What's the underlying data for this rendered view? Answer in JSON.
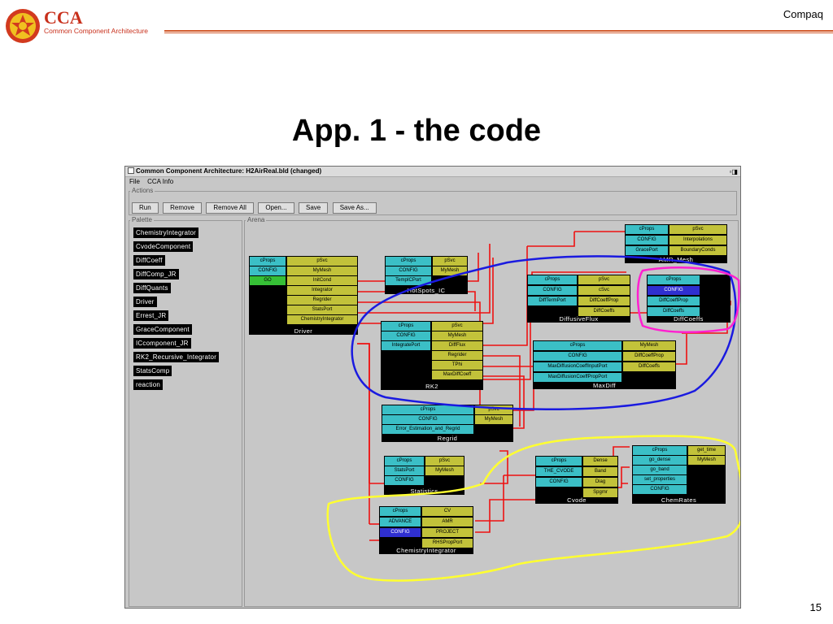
{
  "slide": {
    "logo_name": "CCA",
    "logo_subtitle": "Common Component Architecture",
    "corner_label": "Compaq",
    "title": "App. 1  - the code",
    "page_number": "15"
  },
  "window": {
    "title": "Common Component Architecture: H2AirReal.bld (changed)",
    "menu": [
      "File",
      "CCA Info"
    ],
    "actions_label": "Actions",
    "buttons": [
      "Run",
      "Remove",
      "Remove All",
      "Open...",
      "Save",
      "Save As..."
    ],
    "palette_label": "Palette",
    "arena_label": "Arena",
    "palette": [
      "ChemistryIntegrator",
      "CvodeComponent",
      "DiffCoeff",
      "DiffComp_JR",
      "DiffQuants",
      "Driver",
      "Errest_JR",
      "GraceComponent",
      "ICcomponent_JR",
      "RK2_Recursive_Integrator",
      "StatsComp",
      "reaction"
    ]
  },
  "components": {
    "amr_mesh": {
      "name": "AMR_Mesh",
      "ports": [
        "cProps",
        "pSvc",
        "CONFIG",
        "Interpolations",
        "GracePort",
        "BoundaryConds"
      ]
    },
    "driver": {
      "name": "Driver",
      "ports": [
        "cProps",
        "pSvc",
        "CONFIG",
        "MyMesh",
        "GO",
        "InitCond",
        "Integrator",
        "Regrider",
        "StatsPort",
        "ChemistryIntegrator"
      ]
    },
    "hotspots": {
      "name": "HotSpots_IC",
      "ports": [
        "cProps",
        "pSvc",
        "CONFIG",
        "MyMesh",
        "TempICPort"
      ]
    },
    "diffusiveflux": {
      "name": "DiffusiveFlux",
      "ports": [
        "cProps",
        "pSvc",
        "CONFIG",
        "cSvc",
        "DiffTermPort",
        "DiffCoeffProp",
        "DiffCoeffs"
      ]
    },
    "diffcoeffs": {
      "name": "DiffCoeffs",
      "ports": [
        "cProps",
        "CONFIG",
        "DiffCoeffProp",
        "DiffCoeffs"
      ]
    },
    "rk2": {
      "name": "RK2",
      "ports": [
        "cProps",
        "pSvc",
        "CONFIG",
        "MyMesh",
        "IntegratePort",
        "DiffFlux",
        "Regrider",
        "TPhi",
        "MaxDiffCoeff"
      ]
    },
    "maxdiff": {
      "name": "MaxDiff",
      "ports": [
        "cProps",
        "MyMesh",
        "CONFIG",
        "DiffCoeffProp",
        "MaxDiffusionCoeffInputPort",
        "DiffCoeffs",
        "MaxDiffusionCoeffPropPort"
      ]
    },
    "regrid": {
      "name": "Regrid",
      "ports": [
        "cProps",
        "pSvc",
        "CONFIG",
        "MyMesh",
        "Error_Estimation_and_Regrid"
      ]
    },
    "statistics": {
      "name": "Statistics",
      "ports": [
        "cProps",
        "pSvc",
        "StatsPort",
        "MyMesh",
        "CONFIG"
      ]
    },
    "cvode": {
      "name": "Cvode",
      "ports": [
        "cProps",
        "Dense",
        "THE_CVODE",
        "Band",
        "CONFIG",
        "Diag",
        "Spgmr"
      ]
    },
    "chemrates": {
      "name": "ChemRates",
      "ports": [
        "cProps",
        "get_time",
        "go_dense",
        "MyMesh",
        "go_band",
        "set_properties",
        "CONFIG"
      ]
    },
    "chemintegrator": {
      "name": "ChemistryIntegrator",
      "ports": [
        "cProps",
        "CV",
        "ADVANCE",
        "AMR",
        "CONFIG",
        "PROJECT",
        "RHSPropPort"
      ]
    }
  }
}
